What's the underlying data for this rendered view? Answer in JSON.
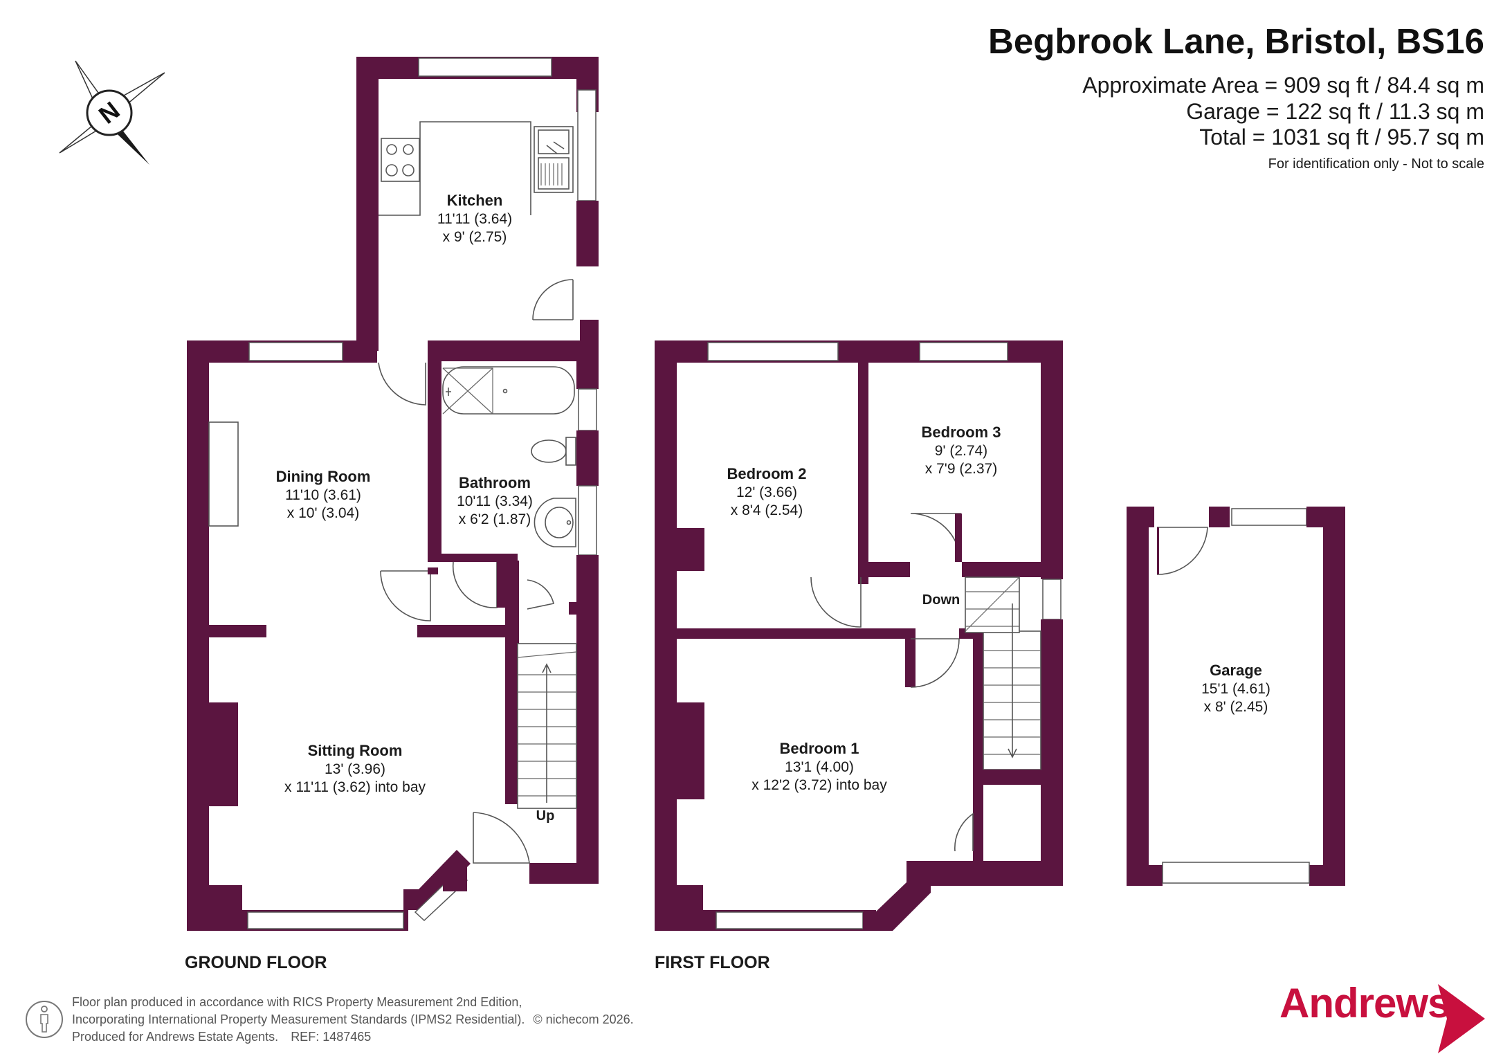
{
  "header": {
    "title": "Begbrook Lane, Bristol, BS16",
    "area_lines": [
      "Approximate Area = 909 sq ft / 84.4 sq m",
      "Garage = 122 sq ft / 11.3 sq m",
      "Total = 1031 sq ft / 95.7 sq m"
    ],
    "disclaimer": "For identification only - Not to scale"
  },
  "compass": {
    "letter": "N",
    "icon": "compass-icon"
  },
  "floors": {
    "ground": "GROUND FLOOR",
    "first": "FIRST FLOOR"
  },
  "rooms": {
    "kitchen": {
      "name": "Kitchen",
      "dim1": "11'11 (3.64)",
      "dim2": "x 9' (2.75)"
    },
    "dining": {
      "name": "Dining Room",
      "dim1": "11'10 (3.61)",
      "dim2": "x 10' (3.04)"
    },
    "bathroom": {
      "name": "Bathroom",
      "dim1": "10'11 (3.34)",
      "dim2": "x 6'2 (1.87)"
    },
    "sitting": {
      "name": "Sitting Room",
      "dim1": "13' (3.96)",
      "dim2": "x 11'11 (3.62) into bay"
    },
    "bedroom2": {
      "name": "Bedroom 2",
      "dim1": "12' (3.66)",
      "dim2": "x 8'4 (2.54)"
    },
    "bedroom3": {
      "name": "Bedroom 3",
      "dim1": "9' (2.74)",
      "dim2": "x 7'9 (2.37)"
    },
    "bedroom1": {
      "name": "Bedroom 1",
      "dim1": "13'1 (4.00)",
      "dim2": "x 12'2 (3.72) into bay"
    },
    "garage": {
      "name": "Garage",
      "dim1": "15'1 (4.61)",
      "dim2": "x 8' (2.45)"
    }
  },
  "stairs": {
    "up": "Up",
    "down": "Down"
  },
  "footer": {
    "lines": [
      "Floor plan produced in accordance with RICS Property Measurement 2nd Edition,",
      "Incorporating International Property Measurement Standards (IPMS2 Residential).",
      "Produced for Andrews Estate Agents."
    ],
    "ref": "REF: 1487465",
    "copyright": "© nichecom 2026.",
    "icon": "person-icon"
  },
  "brand": {
    "name": "Andrews",
    "color": "#c8103e",
    "icon": "chevron-right-icon"
  },
  "colors": {
    "wall": "#5b1540"
  }
}
